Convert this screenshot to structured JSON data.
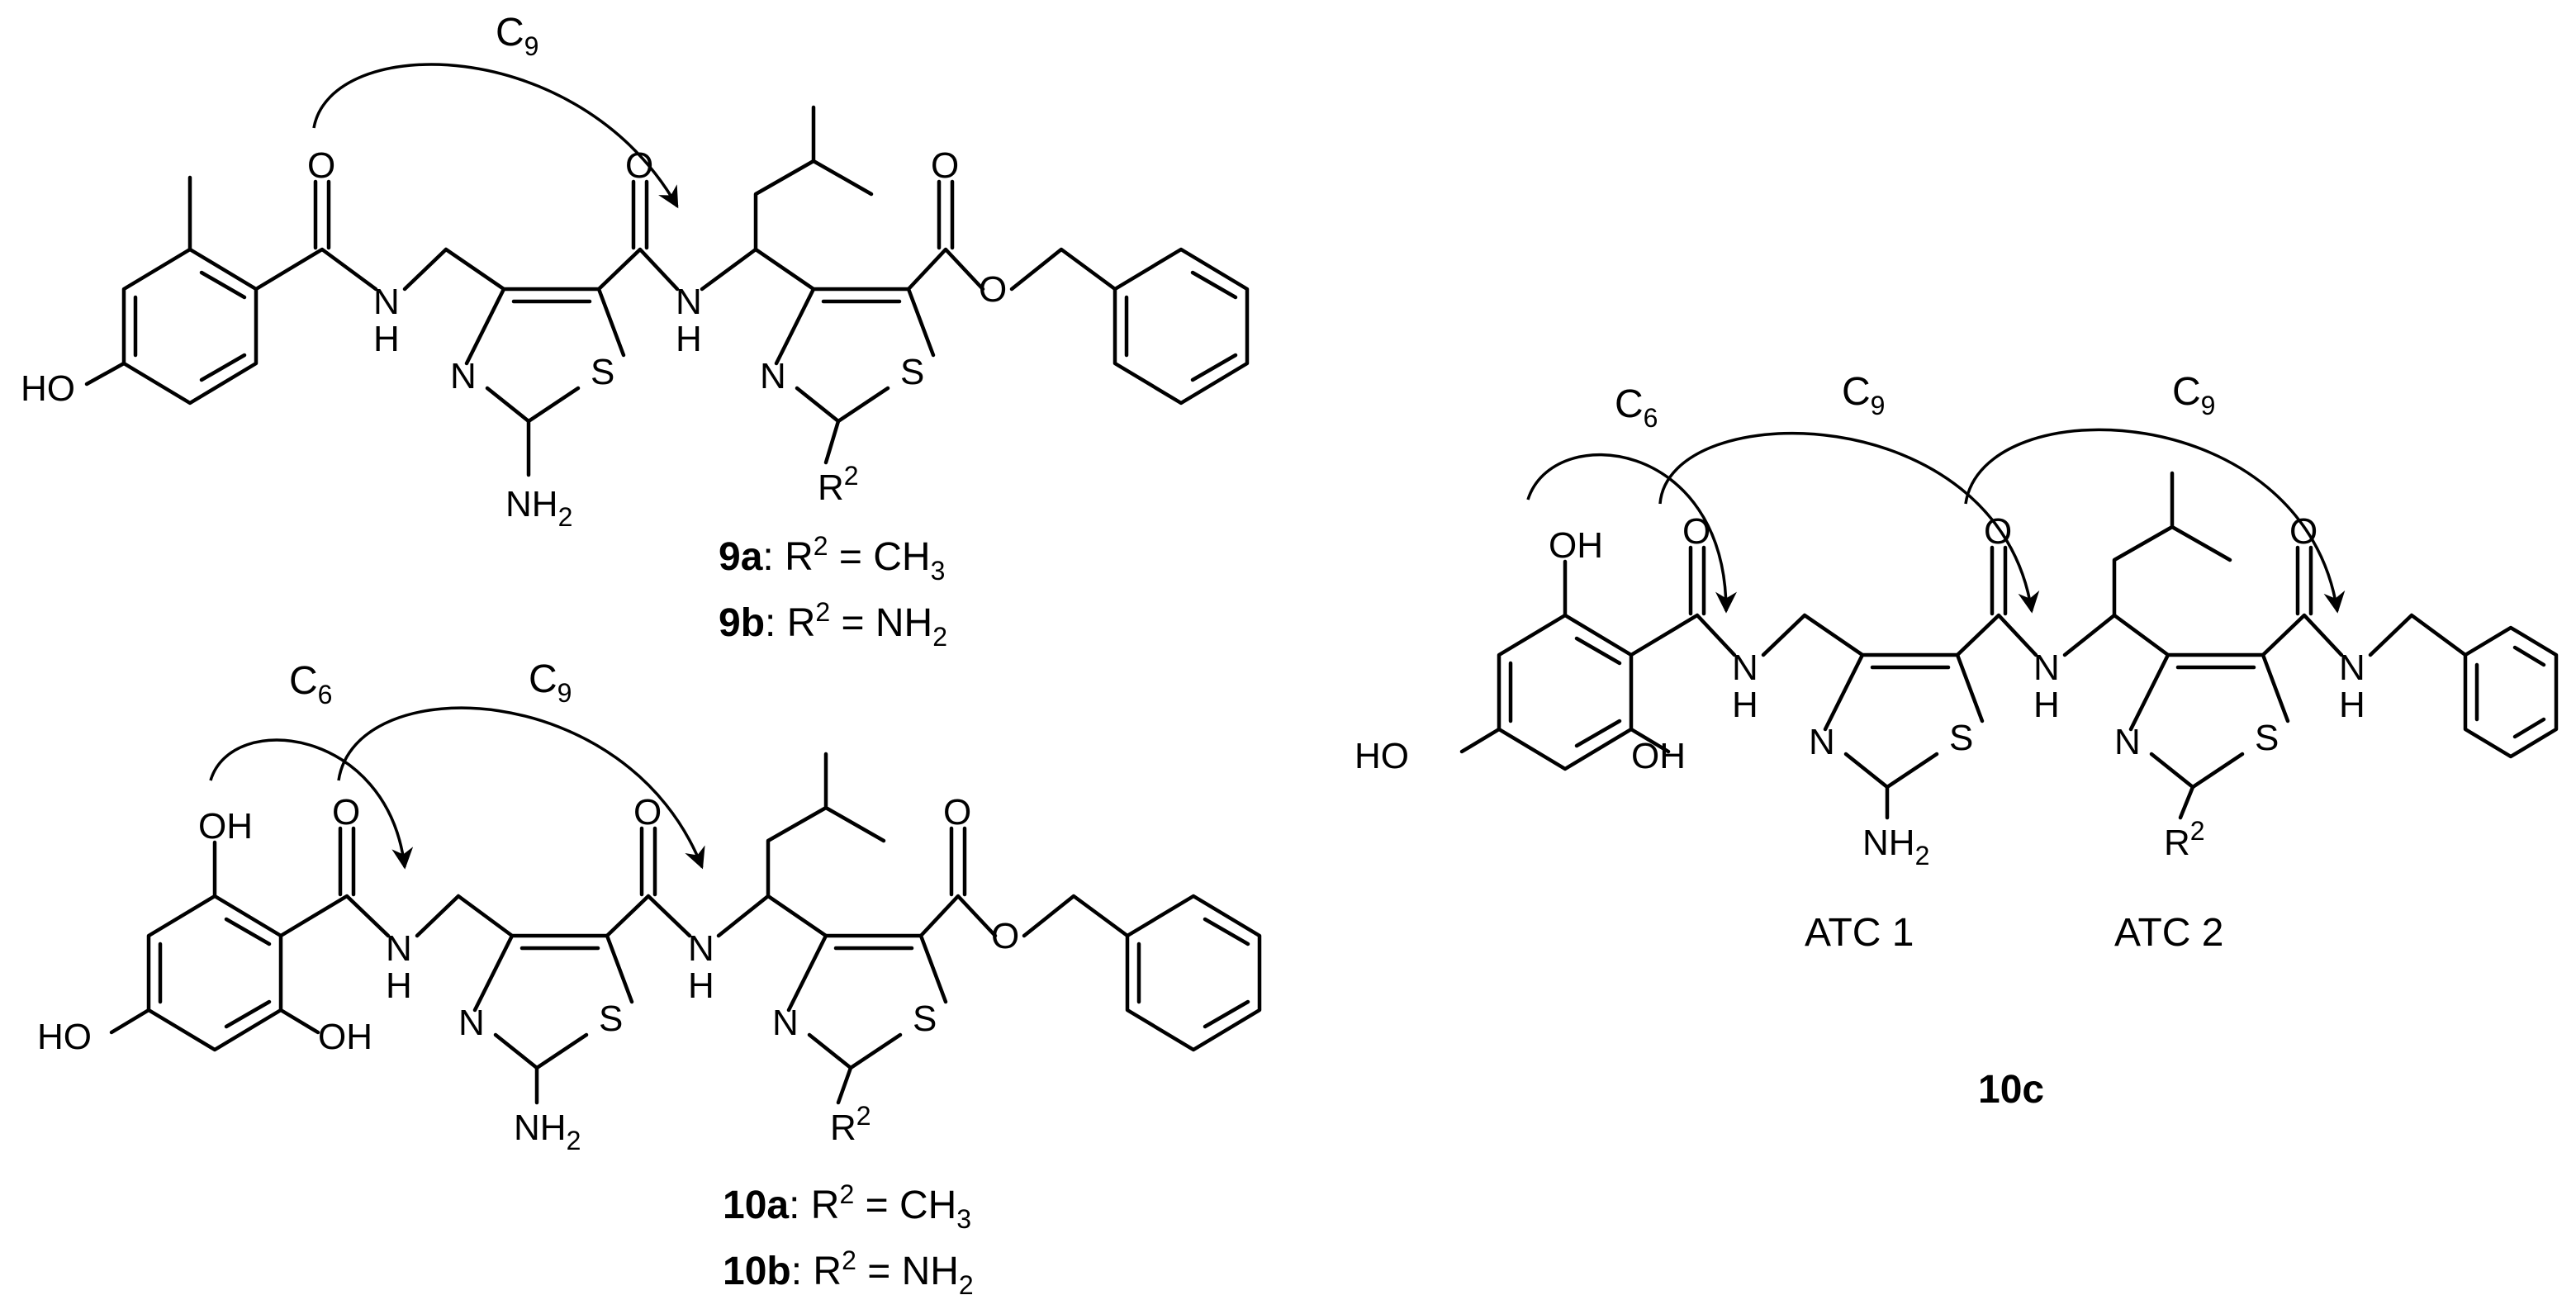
{
  "compounds": {
    "c9": {
      "loop_labels": [
        {
          "base": "C",
          "sub": "9"
        }
      ],
      "atoms": {
        "ho": "HO",
        "n1": "N",
        "h1": "H",
        "n_thz1": "N",
        "s_thz1": "S",
        "nh2_1": "NH",
        "nh2_1_sub": "2",
        "n2": "N",
        "h2": "H",
        "n_thz2": "N",
        "s_thz2": "S",
        "r": "R",
        "r_sup": "2",
        "o_ester": "O"
      },
      "captions": [
        {
          "id": "9a",
          "label": "9a",
          "text": ":  R",
          "sup": "2",
          "mid": " = CH",
          "sub": "3"
        },
        {
          "id": "9b",
          "label": "9b",
          "text": ":  R",
          "sup": "2",
          "mid": " = NH",
          "sub": "2"
        }
      ]
    },
    "c10": {
      "loop_labels": [
        {
          "base": "C",
          "sub": "6"
        },
        {
          "base": "C",
          "sub": "9"
        }
      ],
      "atoms": {
        "oh_top": "OH",
        "ho": "HO",
        "oh_bottom": "OH",
        "n1": "N",
        "h1": "H",
        "n_thz1": "N",
        "s_thz1": "S",
        "nh2_1": "NH",
        "nh2_1_sub": "2",
        "n2": "N",
        "h2": "H",
        "n_thz2": "N",
        "s_thz2": "S",
        "r": "R",
        "r_sup": "2",
        "o_ester": "O"
      },
      "captions": [
        {
          "id": "10a",
          "label": "10a",
          "text": ":  R",
          "sup": "2",
          "mid": " = CH",
          "sub": "3"
        },
        {
          "id": "10b",
          "label": "10b",
          "text": ":  R",
          "sup": "2",
          "mid": " = NH",
          "sub": "2"
        }
      ]
    },
    "c10c": {
      "loop_labels": [
        {
          "base": "C",
          "sub": "6"
        },
        {
          "base": "C",
          "sub": "9"
        },
        {
          "base": "C",
          "sub": "9"
        }
      ],
      "atoms": {
        "oh_top": "OH",
        "ho": "HO",
        "oh_bottom": "OH",
        "n1": "N",
        "h1": "H",
        "n_thz1": "N",
        "s_thz1": "S",
        "nh2_1": "NH",
        "nh2_1_sub": "2",
        "n2": "N",
        "h2": "H",
        "n_thz2": "N",
        "s_thz2": "S",
        "r": "R",
        "r_sup": "2",
        "n3": "N",
        "h3": "H"
      },
      "region_labels": [
        "ATC 1",
        "ATC 2"
      ],
      "title": "10c"
    }
  }
}
